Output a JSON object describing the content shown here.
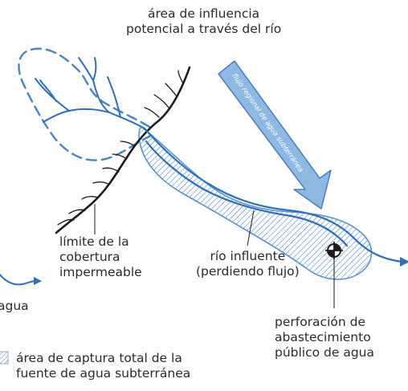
{
  "labels": {
    "influence_area": [
      "área de influencia",
      "potencial a través del río"
    ],
    "regional_flow": "flujo regional de agua subterránea",
    "impermeable_limit": [
      "límite de la",
      "cobertura",
      "impermeable"
    ],
    "losing_river": [
      "río influente",
      "(perdiendo flujo)"
    ],
    "well": [
      "perforación de",
      "abastecimiento",
      "público de agua"
    ],
    "cut_off_left": "agua",
    "legend_capture_area": [
      "área de captura total de la",
      "fuente de agua subterránea"
    ]
  },
  "colors": {
    "river_blue": "#2f6fb7",
    "hatch_blue": "#5b93cf",
    "arrow_fill": "#8fb8e2",
    "arrow_outline": "#4a7fbf",
    "boundary_black": "#1a1a1a"
  }
}
